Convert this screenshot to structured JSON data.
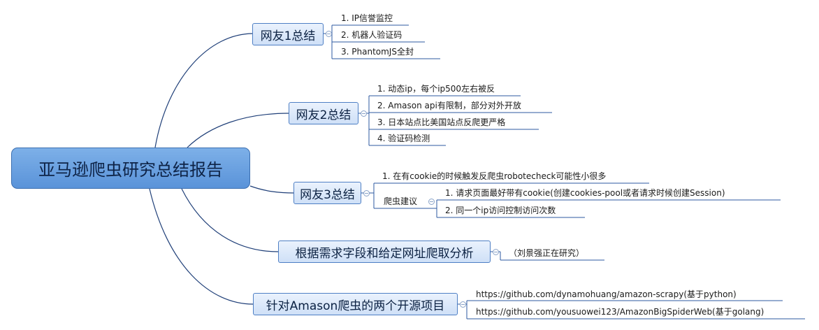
{
  "root": {
    "label": "亚马逊爬虫研究总结报告"
  },
  "branches": [
    {
      "label": "网友1总结",
      "items": [
        "1. IP信誉监控",
        "2. 机器人验证码",
        "3. PhantomJS全封"
      ]
    },
    {
      "label": "网友2总结",
      "items": [
        "1. 动态ip，每个ip500左右被反",
        "2. Amason api有限制，部分对外开放",
        "3. 日本站点比美国站点反爬更严格",
        "4. 验证码检测"
      ]
    },
    {
      "label": "网友3总结",
      "items": [
        "1. 在有cookie的时候触发反爬虫robotecheck可能性小很多"
      ],
      "sub": {
        "label": "爬虫建议",
        "items": [
          "1. 请求页面最好带有cookie(创建cookies-pool或者请求时候创建Session)",
          "2. 同一个ip访问控制访问次数"
        ]
      }
    },
    {
      "label": "根据需求字段和给定网址爬取分析",
      "items": [
        "（刘景强正在研究）"
      ]
    },
    {
      "label": "针对Amason爬虫的两个开源项目",
      "items": [
        "https://github.com/dynamohuang/amazon-scrapy(基于python)",
        "https://github.com/yousuowei123/AmazonBigSpiderWeb(基于golang)"
      ]
    }
  ],
  "colors": {
    "line": "#1f3f78",
    "root_fill": "#6aa0e0",
    "branch_fill": "#dce8f8",
    "leaf_line": "#2d5aa0"
  }
}
